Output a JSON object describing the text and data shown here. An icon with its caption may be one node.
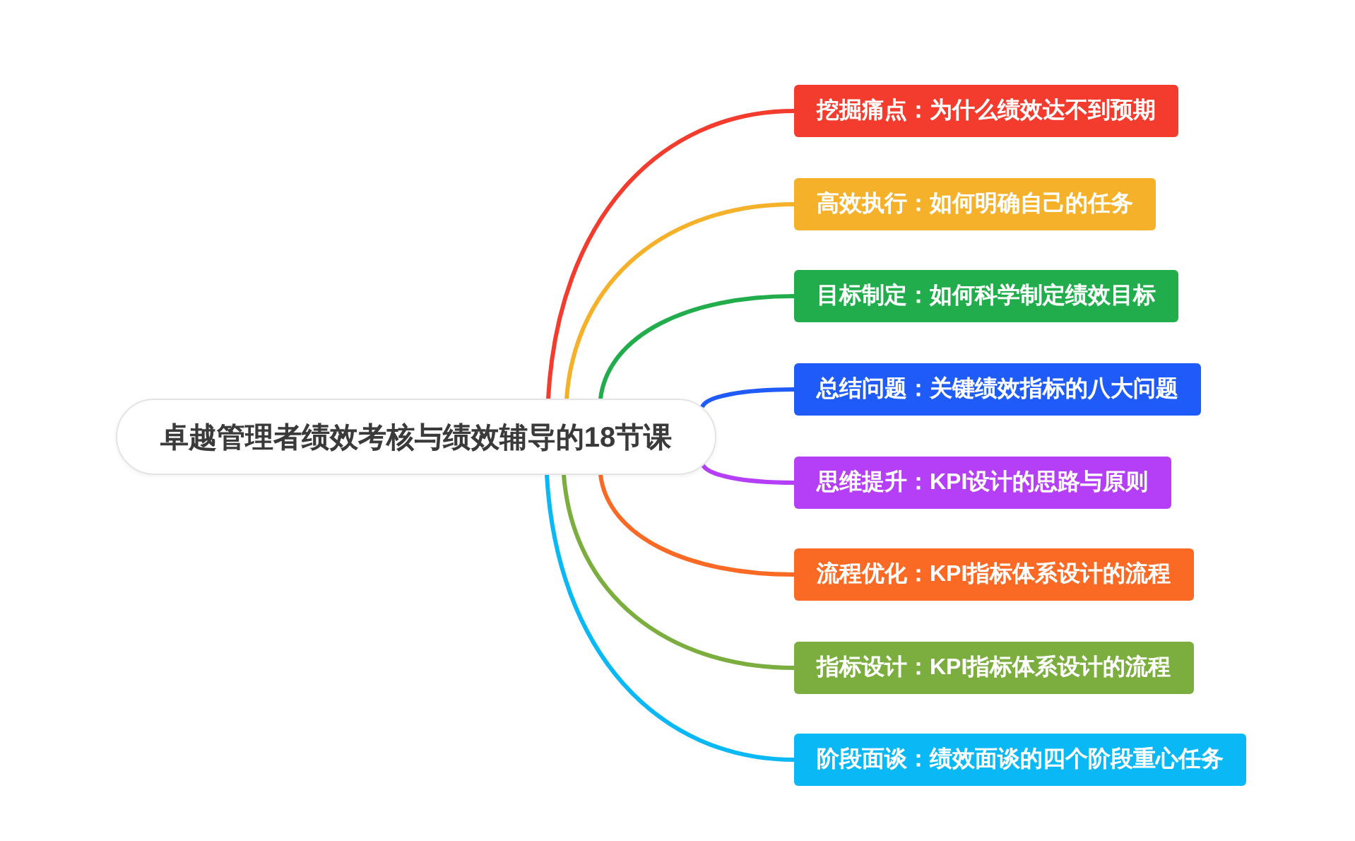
{
  "diagram": {
    "nodes": [
      {
        "text": [
          "卓越管理者绩效考核与绩效辅导的18节课"
        ]
      },
      {
        "text": [
          "挖掘痛点：为什么绩效达不到预期"
        ]
      },
      {
        "text": [
          "高效执行：如何明确自己的任务"
        ]
      },
      {
        "text": [
          "目标制定：如何科学制定绩效目标"
        ]
      },
      {
        "text": [
          "总结问题：关键绩效指标的八大问题"
        ]
      },
      {
        "text": [
          "思维提升：KPI设计的思路与原则"
        ]
      },
      {
        "text": [
          "流程优化：KPI指标体系设计的流程"
        ]
      },
      {
        "text": [
          "指标设计：KPI指标体系设计的流程"
        ]
      },
      {
        "text": [
          "阶段面谈：绩效面谈的四个阶段重心任务"
        ]
      }
    ],
    "edges": [
      {
        "from": 0,
        "to": 1,
        "arrow": "none",
        "color": "#f33b2e"
      },
      {
        "from": 0,
        "to": 2,
        "arrow": "none",
        "color": "#f6b12a"
      },
      {
        "from": 0,
        "to": 3,
        "arrow": "none",
        "color": "#22ad4c"
      },
      {
        "from": 0,
        "to": 4,
        "arrow": "none",
        "color": "#1f5bf8"
      },
      {
        "from": 0,
        "to": 5,
        "arrow": "none",
        "color": "#b43ff6"
      },
      {
        "from": 0,
        "to": 6,
        "arrow": "none",
        "color": "#fb6a24"
      },
      {
        "from": 0,
        "to": 7,
        "arrow": "none",
        "color": "#7bae3f"
      },
      {
        "from": 0,
        "to": 8,
        "arrow": "none",
        "color": "#0bb8f6"
      }
    ]
  }
}
